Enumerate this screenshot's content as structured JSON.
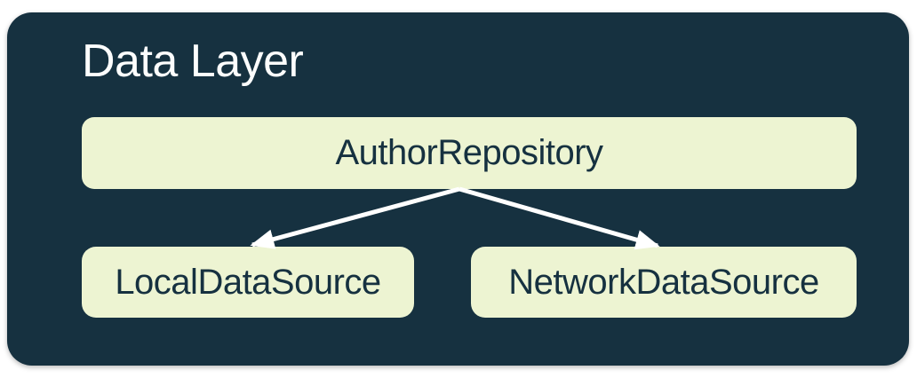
{
  "diagram": {
    "title": "Data Layer",
    "nodes": [
      {
        "id": "repository",
        "label": "AuthorRepository"
      },
      {
        "id": "local",
        "label": "LocalDataSource"
      },
      {
        "id": "network",
        "label": "NetworkDataSource"
      }
    ],
    "edges": [
      {
        "from": "AuthorRepository",
        "to": "LocalDataSource"
      },
      {
        "from": "AuthorRepository",
        "to": "NetworkDataSource"
      }
    ],
    "colors": {
      "container_bg": "#163140",
      "node_bg": "#EDF4D2",
      "node_text": "#163140",
      "title_text": "#FCFDFD",
      "arrow": "#FFFFFF",
      "page_bg": "#FFFFFF"
    }
  }
}
